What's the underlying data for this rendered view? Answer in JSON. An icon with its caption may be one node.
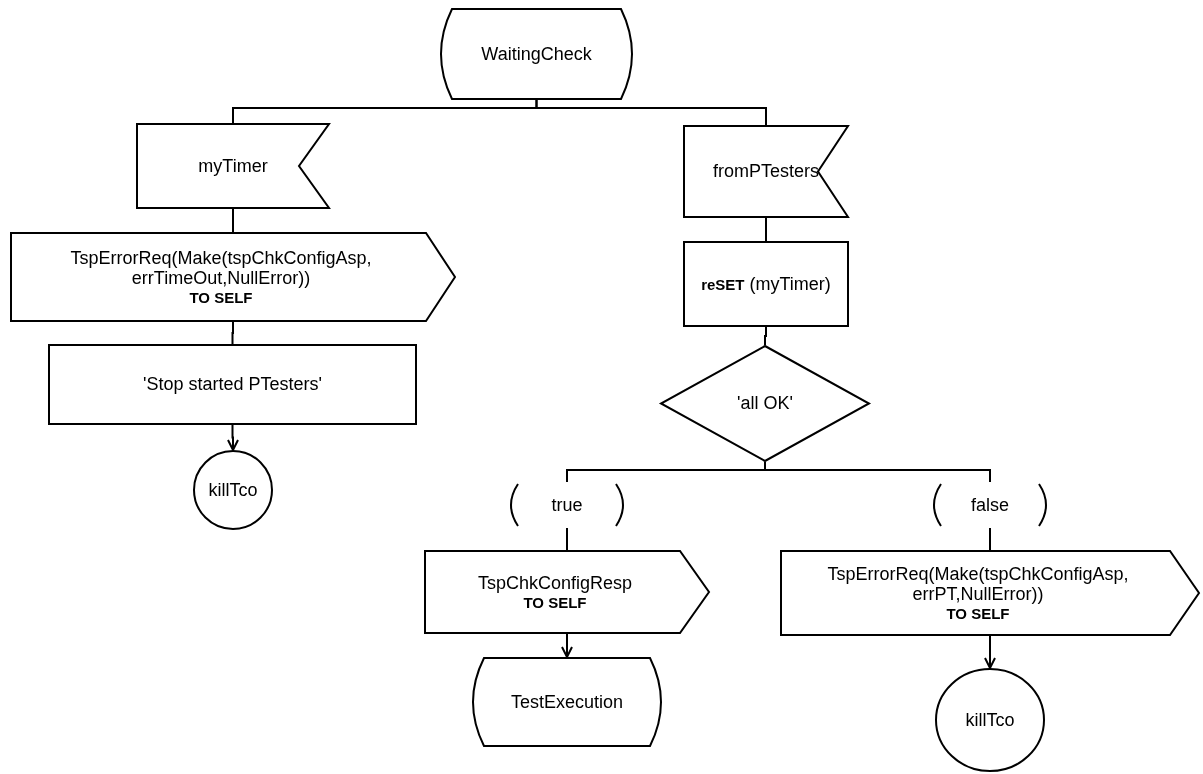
{
  "diagram": {
    "nodes": [
      {
        "text": [
          "WaitingCheck"
        ]
      },
      {
        "text": [
          "myTimer"
        ]
      },
      {
        "text": [
          "fromPTesters"
        ]
      },
      {
        "text": [
          "TspErrorReq(Make(tspChkConfigAsp, errTimeOut,NullError))",
          "TO SELF"
        ]
      },
      {
        "text": [
          "**reSET** (myTimer)"
        ]
      },
      {
        "text": [
          "'Stop started PTesters'"
        ]
      },
      {
        "text": [
          "'all OK'"
        ]
      },
      {
        "text": [
          "killTco"
        ]
      },
      {
        "text": [
          "true"
        ]
      },
      {
        "text": [
          "false"
        ]
      },
      {
        "text": [
          "TspChkConfigResp",
          "TO SELF"
        ]
      },
      {
        "text": [
          "TspErrorReq(Make(tspChkConfigAsp, errPT,NullError))",
          "TO SELF"
        ]
      },
      {
        "text": [
          "TestExecution"
        ]
      },
      {
        "text": [
          "killTco"
        ]
      }
    ],
    "edges": [
      {
        "from": 0,
        "to": 1,
        "arrow": "none"
      },
      {
        "from": 0,
        "to": 2,
        "arrow": "none"
      },
      {
        "from": 1,
        "to": 3,
        "arrow": "none"
      },
      {
        "from": 3,
        "to": 5,
        "arrow": "none"
      },
      {
        "from": 5,
        "to": 7,
        "arrow": "to"
      },
      {
        "from": 2,
        "to": 4,
        "arrow": "none"
      },
      {
        "from": 4,
        "to": 6,
        "arrow": "none"
      },
      {
        "from": 6,
        "to": 8,
        "arrow": "none"
      },
      {
        "from": 6,
        "to": 9,
        "arrow": "none"
      },
      {
        "from": 8,
        "to": 10,
        "arrow": "none"
      },
      {
        "from": 9,
        "to": 11,
        "arrow": "none"
      },
      {
        "from": 10,
        "to": 12,
        "arrow": "to"
      },
      {
        "from": 11,
        "to": 13,
        "arrow": "to"
      }
    ]
  }
}
